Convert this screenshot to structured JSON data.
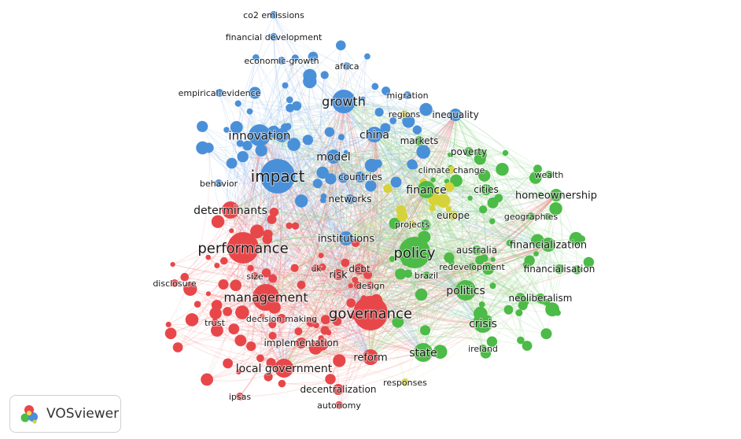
{
  "app": {
    "name": "VOSviewer"
  },
  "clusters": {
    "red": {
      "color": "#e8474a",
      "edge": "#f08080"
    },
    "blue": {
      "color": "#4a90d9",
      "edge": "#8cb8ea"
    },
    "green": {
      "color": "#4cbb47",
      "edge": "#8fd68a"
    },
    "yellow": {
      "color": "#d6d23a",
      "edge": "#e3df7a"
    }
  },
  "nodes": [
    {
      "id": "co2-emissions",
      "label": "co2 emissions",
      "cluster": "blue",
      "weight": 1
    },
    {
      "id": "financial-development",
      "label": "financial development",
      "cluster": "blue",
      "weight": 1
    },
    {
      "id": "economic-growth",
      "label": "economic-growth",
      "cluster": "blue",
      "weight": 1
    },
    {
      "id": "africa",
      "label": "africa",
      "cluster": "blue",
      "weight": 1
    },
    {
      "id": "empirical-evidence",
      "label": "empirical-evidence",
      "cluster": "blue",
      "weight": 1
    },
    {
      "id": "growth",
      "label": "growth",
      "cluster": "blue",
      "weight": 3
    },
    {
      "id": "migration",
      "label": "migration",
      "cluster": "blue",
      "weight": 1
    },
    {
      "id": "regions",
      "label": "regions",
      "cluster": "yellow",
      "weight": 1
    },
    {
      "id": "inequality",
      "label": "inequality",
      "cluster": "blue",
      "weight": 2
    },
    {
      "id": "innovation",
      "label": "innovation",
      "cluster": "blue",
      "weight": 3
    },
    {
      "id": "china",
      "label": "china",
      "cluster": "blue",
      "weight": 2
    },
    {
      "id": "markets",
      "label": "markets",
      "cluster": "green",
      "weight": 1
    },
    {
      "id": "poverty",
      "label": "poverty",
      "cluster": "green",
      "weight": 1
    },
    {
      "id": "model",
      "label": "model",
      "cluster": "blue",
      "weight": 2
    },
    {
      "id": "impact",
      "label": "impact",
      "cluster": "blue",
      "weight": 4
    },
    {
      "id": "climate-change",
      "label": "climate change",
      "cluster": "yellow",
      "weight": 1
    },
    {
      "id": "wealth",
      "label": "wealth",
      "cluster": "green",
      "weight": 1
    },
    {
      "id": "countries",
      "label": "countries",
      "cluster": "blue",
      "weight": 1
    },
    {
      "id": "finance",
      "label": "finance",
      "cluster": "green",
      "weight": 2
    },
    {
      "id": "cities",
      "label": "cities",
      "cluster": "green",
      "weight": 1
    },
    {
      "id": "behavior",
      "label": "behavior",
      "cluster": "blue",
      "weight": 1
    },
    {
      "id": "homeownership",
      "label": "homeownership",
      "cluster": "green",
      "weight": 2
    },
    {
      "id": "networks",
      "label": "networks",
      "cluster": "blue",
      "weight": 1
    },
    {
      "id": "determinants",
      "label": "determinants",
      "cluster": "red",
      "weight": 2
    },
    {
      "id": "europe",
      "label": "europe",
      "cluster": "yellow",
      "weight": 1
    },
    {
      "id": "geographies",
      "label": "geographies",
      "cluster": "green",
      "weight": 1
    },
    {
      "id": "projects",
      "label": "projects",
      "cluster": "yellow",
      "weight": 1
    },
    {
      "id": "institutions",
      "label": "institutions",
      "cluster": "blue",
      "weight": 2
    },
    {
      "id": "performance",
      "label": "performance",
      "cluster": "red",
      "weight": 4
    },
    {
      "id": "policy",
      "label": "policy",
      "cluster": "green",
      "weight": 4
    },
    {
      "id": "australia",
      "label": "australia",
      "cluster": "green",
      "weight": 1
    },
    {
      "id": "financialization",
      "label": "financialization",
      "cluster": "green",
      "weight": 2
    },
    {
      "id": "debt",
      "label": "debt",
      "cluster": "red",
      "weight": 1
    },
    {
      "id": "uk",
      "label": "uk",
      "cluster": "red",
      "weight": 1
    },
    {
      "id": "redevelopment",
      "label": "redevelopment",
      "cluster": "green",
      "weight": 1
    },
    {
      "id": "financialisation",
      "label": "financialisation",
      "cluster": "green",
      "weight": 1
    },
    {
      "id": "disclosure",
      "label": "disclosure",
      "cluster": "red",
      "weight": 1
    },
    {
      "id": "size",
      "label": "size",
      "cluster": "red",
      "weight": 1
    },
    {
      "id": "risk",
      "label": "risk",
      "cluster": "red",
      "weight": 1
    },
    {
      "id": "brazil",
      "label": "brazil",
      "cluster": "green",
      "weight": 1
    },
    {
      "id": "design",
      "label": "design",
      "cluster": "red",
      "weight": 1
    },
    {
      "id": "politics",
      "label": "politics",
      "cluster": "green",
      "weight": 2
    },
    {
      "id": "management",
      "label": "management",
      "cluster": "red",
      "weight": 3
    },
    {
      "id": "neoliberalism",
      "label": "neoliberalism",
      "cluster": "green",
      "weight": 1
    },
    {
      "id": "governance",
      "label": "governance",
      "cluster": "red",
      "weight": 4
    },
    {
      "id": "decision-making",
      "label": "decision-making",
      "cluster": "red",
      "weight": 1
    },
    {
      "id": "trust",
      "label": "trust",
      "cluster": "red",
      "weight": 1
    },
    {
      "id": "crisis",
      "label": "crisis",
      "cluster": "green",
      "weight": 2
    },
    {
      "id": "implementation",
      "label": "implementation",
      "cluster": "red",
      "weight": 1
    },
    {
      "id": "ireland",
      "label": "ireland",
      "cluster": "green",
      "weight": 1
    },
    {
      "id": "state",
      "label": "state",
      "cluster": "green",
      "weight": 2
    },
    {
      "id": "reform",
      "label": "reform",
      "cluster": "red",
      "weight": 2
    },
    {
      "id": "local-government",
      "label": "local government",
      "cluster": "red",
      "weight": 2
    },
    {
      "id": "responses",
      "label": "responses",
      "cluster": "yellow",
      "weight": 1
    },
    {
      "id": "decentralization",
      "label": "decentralization",
      "cluster": "red",
      "weight": 1
    },
    {
      "id": "ipsas",
      "label": "ipsas",
      "cluster": "red",
      "weight": 1
    },
    {
      "id": "autonomy",
      "label": "autonomy",
      "cluster": "red",
      "weight": 1
    }
  ]
}
